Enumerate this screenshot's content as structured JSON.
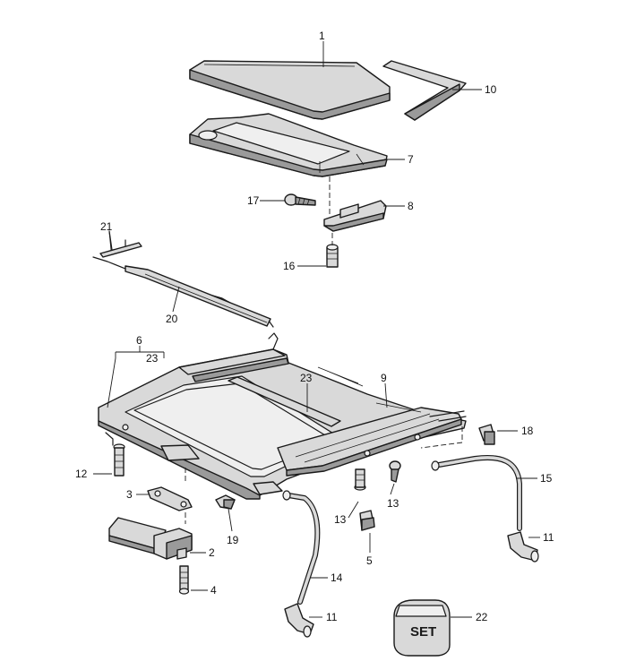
{
  "callouts": {
    "c1": "1",
    "c2": "2",
    "c3": "3",
    "c4": "4",
    "c5": "5",
    "c6": "6",
    "c7": "7",
    "c8": "8",
    "c9": "9",
    "c10": "10",
    "c11a": "11",
    "c11b": "11",
    "c12": "12",
    "c13a": "13",
    "c13b": "13",
    "c14": "14",
    "c15": "15",
    "c16": "16",
    "c17": "17",
    "c18": "18",
    "c19": "19",
    "c20": "20",
    "c21": "21",
    "c22": "22",
    "c23a": "23",
    "c23b": "23"
  },
  "set_box_label": "SET"
}
